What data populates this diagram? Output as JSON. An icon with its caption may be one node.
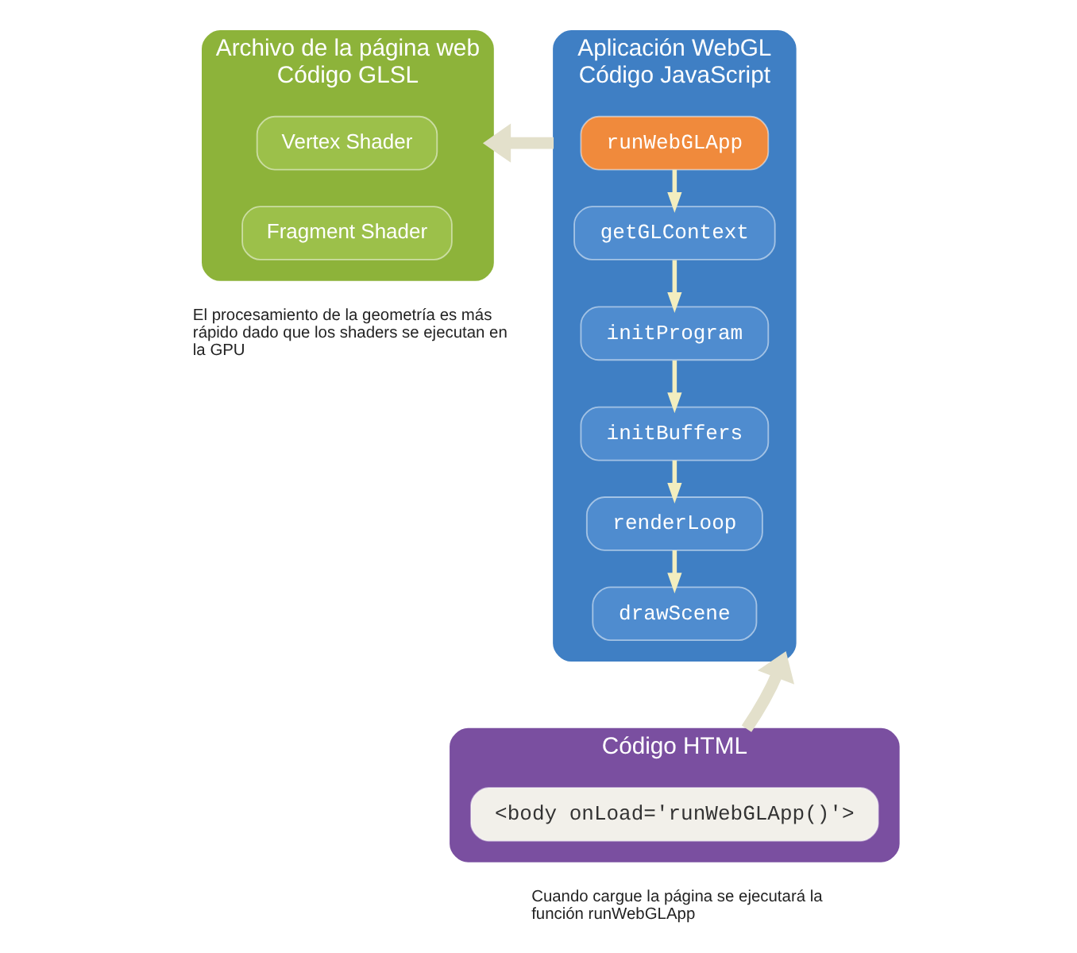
{
  "diagram": {
    "nodes": [
      {
        "text": [
          "Archivo de la página web",
          "Código GLSL"
        ],
        "beside": [
          "El procesamiento de la geometría es más rápido dado que los shaders se ejecutan en la GPU"
        ]
      },
      {
        "text": [
          "Vertex Shader"
        ],
        "in": 0
      },
      {
        "text": [
          "Fragment Shader"
        ],
        "in": 0
      },
      {
        "text": [
          "Aplicación WebGL",
          "Código JavaScript"
        ]
      },
      {
        "text": [
          "runWebGLApp"
        ],
        "in": 3
      },
      {
        "text": [
          "getGLContext"
        ],
        "in": 3
      },
      {
        "text": [
          "initProgram"
        ],
        "in": 3
      },
      {
        "text": [
          "initBuffers"
        ],
        "in": 3
      },
      {
        "text": [
          "renderLoop"
        ],
        "in": 3
      },
      {
        "text": [
          "drawScene"
        ],
        "in": 3
      },
      {
        "text": [
          "Código HTML"
        ],
        "beside": [
          "Cuando cargue la página se ejecutará la función runWebGLApp"
        ]
      },
      {
        "text": [
          "<body onLoad='runWebGLApp()'>"
        ],
        "in": 10
      }
    ],
    "edges": [
      {
        "from": 3,
        "to": 0,
        "arrow": "to",
        "style": "thick",
        "color": "#e3e0cb"
      },
      {
        "from": 4,
        "to": 5,
        "arrow": "to"
      },
      {
        "from": 5,
        "to": 6,
        "arrow": "to"
      },
      {
        "from": 6,
        "to": 7,
        "arrow": "to"
      },
      {
        "from": 7,
        "to": 8,
        "arrow": "to"
      },
      {
        "from": 8,
        "to": 9,
        "arrow": "to"
      },
      {
        "from": 10,
        "to": 3,
        "arrow": "to",
        "style": "thick",
        "color": "#e3e0cb"
      }
    ]
  }
}
